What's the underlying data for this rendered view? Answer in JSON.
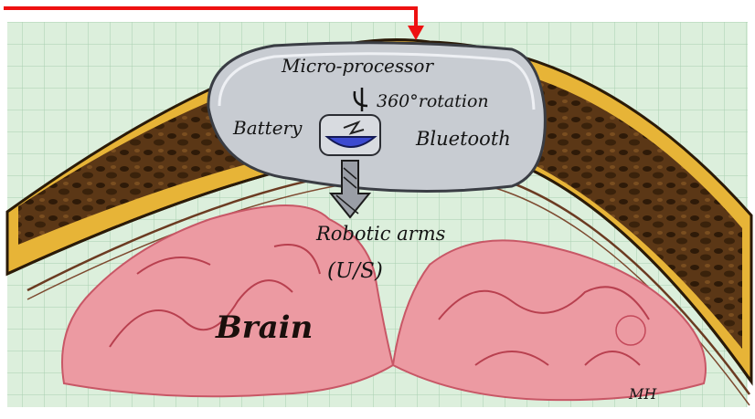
{
  "labels": {
    "microprocessor": "Micro-processor",
    "rotation": "360°rotation",
    "battery": "Battery",
    "bluetooth": "Bluetooth",
    "robotic_arms": "Robotic arms",
    "ultrasound": "(U/S)",
    "brain": "Brain",
    "signature": "MH"
  },
  "colors": {
    "grid_paper": "#dcefdc",
    "grid_line": "#a9cfb0",
    "skull_bone": "#e7b437",
    "marrow": "#5b3716",
    "device_fill": "#c8ccd2",
    "brain_tissue": "#ec9aa2",
    "annotation_arrow": "#ee1111"
  }
}
